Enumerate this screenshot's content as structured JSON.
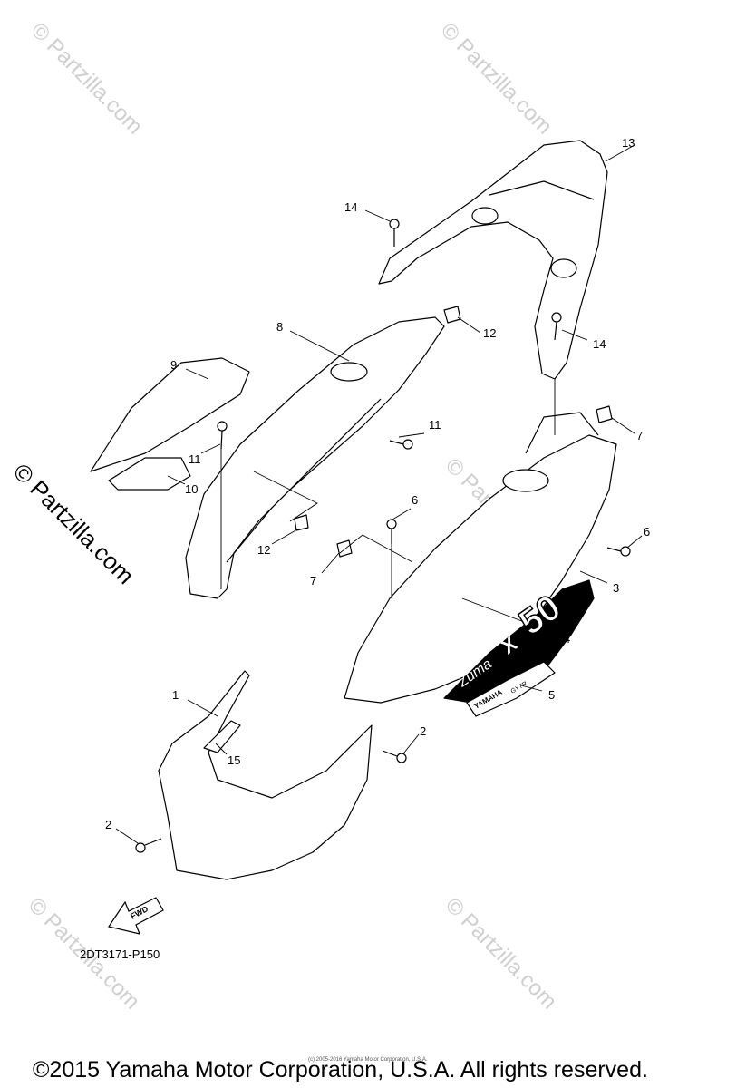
{
  "watermark": "© Partzilla.com",
  "side_watermark": "© Partzilla.com",
  "callouts": [
    {
      "id": "1",
      "text": "1"
    },
    {
      "id": "2a",
      "text": "2"
    },
    {
      "id": "2b",
      "text": "2"
    },
    {
      "id": "3",
      "text": "3"
    },
    {
      "id": "4",
      "text": "4"
    },
    {
      "id": "5",
      "text": "5"
    },
    {
      "id": "6a",
      "text": "6"
    },
    {
      "id": "6b",
      "text": "6"
    },
    {
      "id": "7a",
      "text": "7"
    },
    {
      "id": "7b",
      "text": "7"
    },
    {
      "id": "8",
      "text": "8"
    },
    {
      "id": "9",
      "text": "9"
    },
    {
      "id": "10",
      "text": "10"
    },
    {
      "id": "11a",
      "text": "11"
    },
    {
      "id": "11b",
      "text": "11"
    },
    {
      "id": "12a",
      "text": "12"
    },
    {
      "id": "12b",
      "text": "12"
    },
    {
      "id": "13",
      "text": "13"
    },
    {
      "id": "14a",
      "text": "14"
    },
    {
      "id": "14b",
      "text": "14"
    },
    {
      "id": "15",
      "text": "15"
    }
  ],
  "fwd_label": "FWD",
  "decal": {
    "brand_text": "Zuma",
    "x_text": "X",
    "number_text": "50"
  },
  "emblem": {
    "text": "YAMAHA",
    "sub_text": "GYTR"
  },
  "part_code": "2DT3171-P150",
  "small_copyright": "(c) 2005-2016 Yamaha Motor Corporation, U.S.A.",
  "copyright": "©2015 Yamaha Motor Corporation, U.S.A. All rights reserved."
}
